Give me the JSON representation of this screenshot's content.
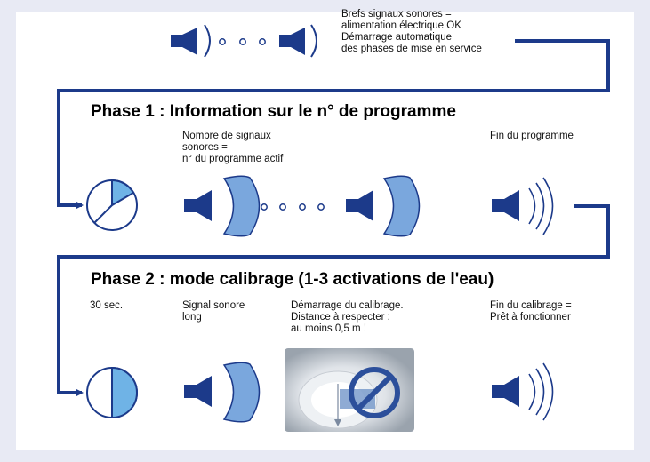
{
  "intro": {
    "text": "Brefs signaux sonores =\nalimentation électrique OK\nDémarrage automatique\ndes phases de mise en service"
  },
  "phase1": {
    "title": "Phase 1 : Information sur le n° de programme",
    "signal_count_label": "Nombre de signaux\nsonores =\nn° du programme actif",
    "end_label": "Fin du programme"
  },
  "phase2": {
    "title": "Phase 2 : mode calibrage (1-3 activations de l'eau)",
    "timer_label": "30 sec.",
    "long_signal_label": "Signal sonore\nlong",
    "calibration_start_label": "Démarrage du calibrage.\nDistance à respecter :\nau moins 0,5 m !",
    "calibration_end_label": "Fin du calibrage =\nPrêt à fonctionner"
  },
  "colors": {
    "speaker": "#1c3a8a",
    "wave": "#7aa7dd",
    "wave_stroke": "#1c3a8a",
    "line": "#1c3a8a",
    "timer_fill": "#6fb3e6",
    "prohibition": "#2c4f9b"
  }
}
